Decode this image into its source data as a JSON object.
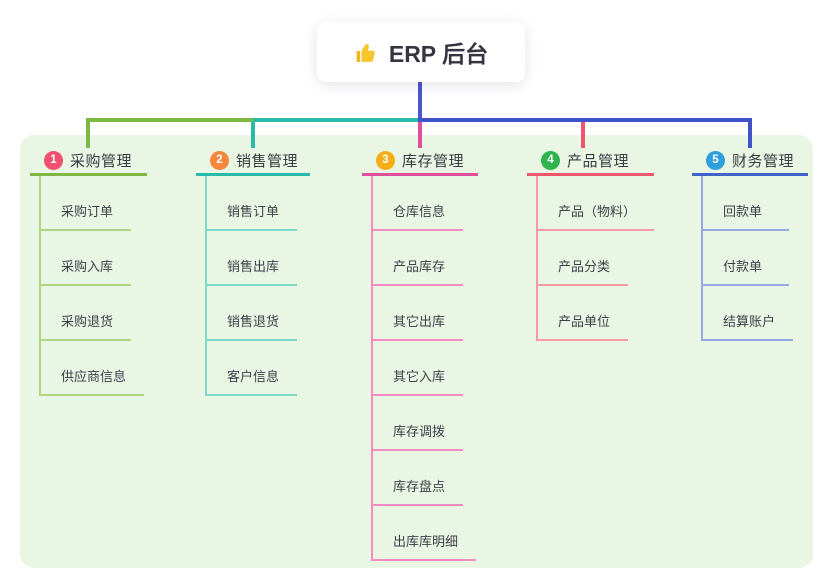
{
  "root": {
    "title": "ERP 后台",
    "icon": "thumbs-up-icon"
  },
  "colors": {
    "panel_background": "#e9f6e3",
    "root_connector": "#4b55cd",
    "spine_right": "#4053c8",
    "node_text": "#3a3a46",
    "item_text": "#3e3e4a"
  },
  "branches": [
    {
      "index": "1",
      "label": "采购管理",
      "badge_color": "#f0516e",
      "line_color": "#7eb842",
      "item_line_color": "#aed584",
      "items": [
        "采购订单",
        "采购入库",
        "采购退货",
        "供应商信息"
      ]
    },
    {
      "index": "2",
      "label": "销售管理",
      "badge_color": "#f6873d",
      "line_color": "#29b9a8",
      "item_line_color": "#7ed8c6",
      "items": [
        "销售订单",
        "销售出库",
        "销售退货",
        "客户信息"
      ]
    },
    {
      "index": "3",
      "label": "库存管理",
      "badge_color": "#f7ad15",
      "line_color": "#e04f9e",
      "item_line_color": "#f48cc1",
      "items": [
        "仓库信息",
        "产品库存",
        "其它出库",
        "其它入库",
        "库存调拨",
        "库存盘点",
        "出库库明细"
      ]
    },
    {
      "index": "4",
      "label": "产品管理",
      "badge_color": "#2eb34f",
      "line_color": "#f0566b",
      "item_line_color": "#f79aa3",
      "items": [
        "产品（物料）",
        "产品分类",
        "产品单位"
      ]
    },
    {
      "index": "5",
      "label": "财务管理",
      "badge_color": "#2e9fdc",
      "line_color": "#3f63cb",
      "item_line_color": "#93aae0",
      "items": [
        "回款单",
        "付款单",
        "结算账户"
      ]
    }
  ]
}
